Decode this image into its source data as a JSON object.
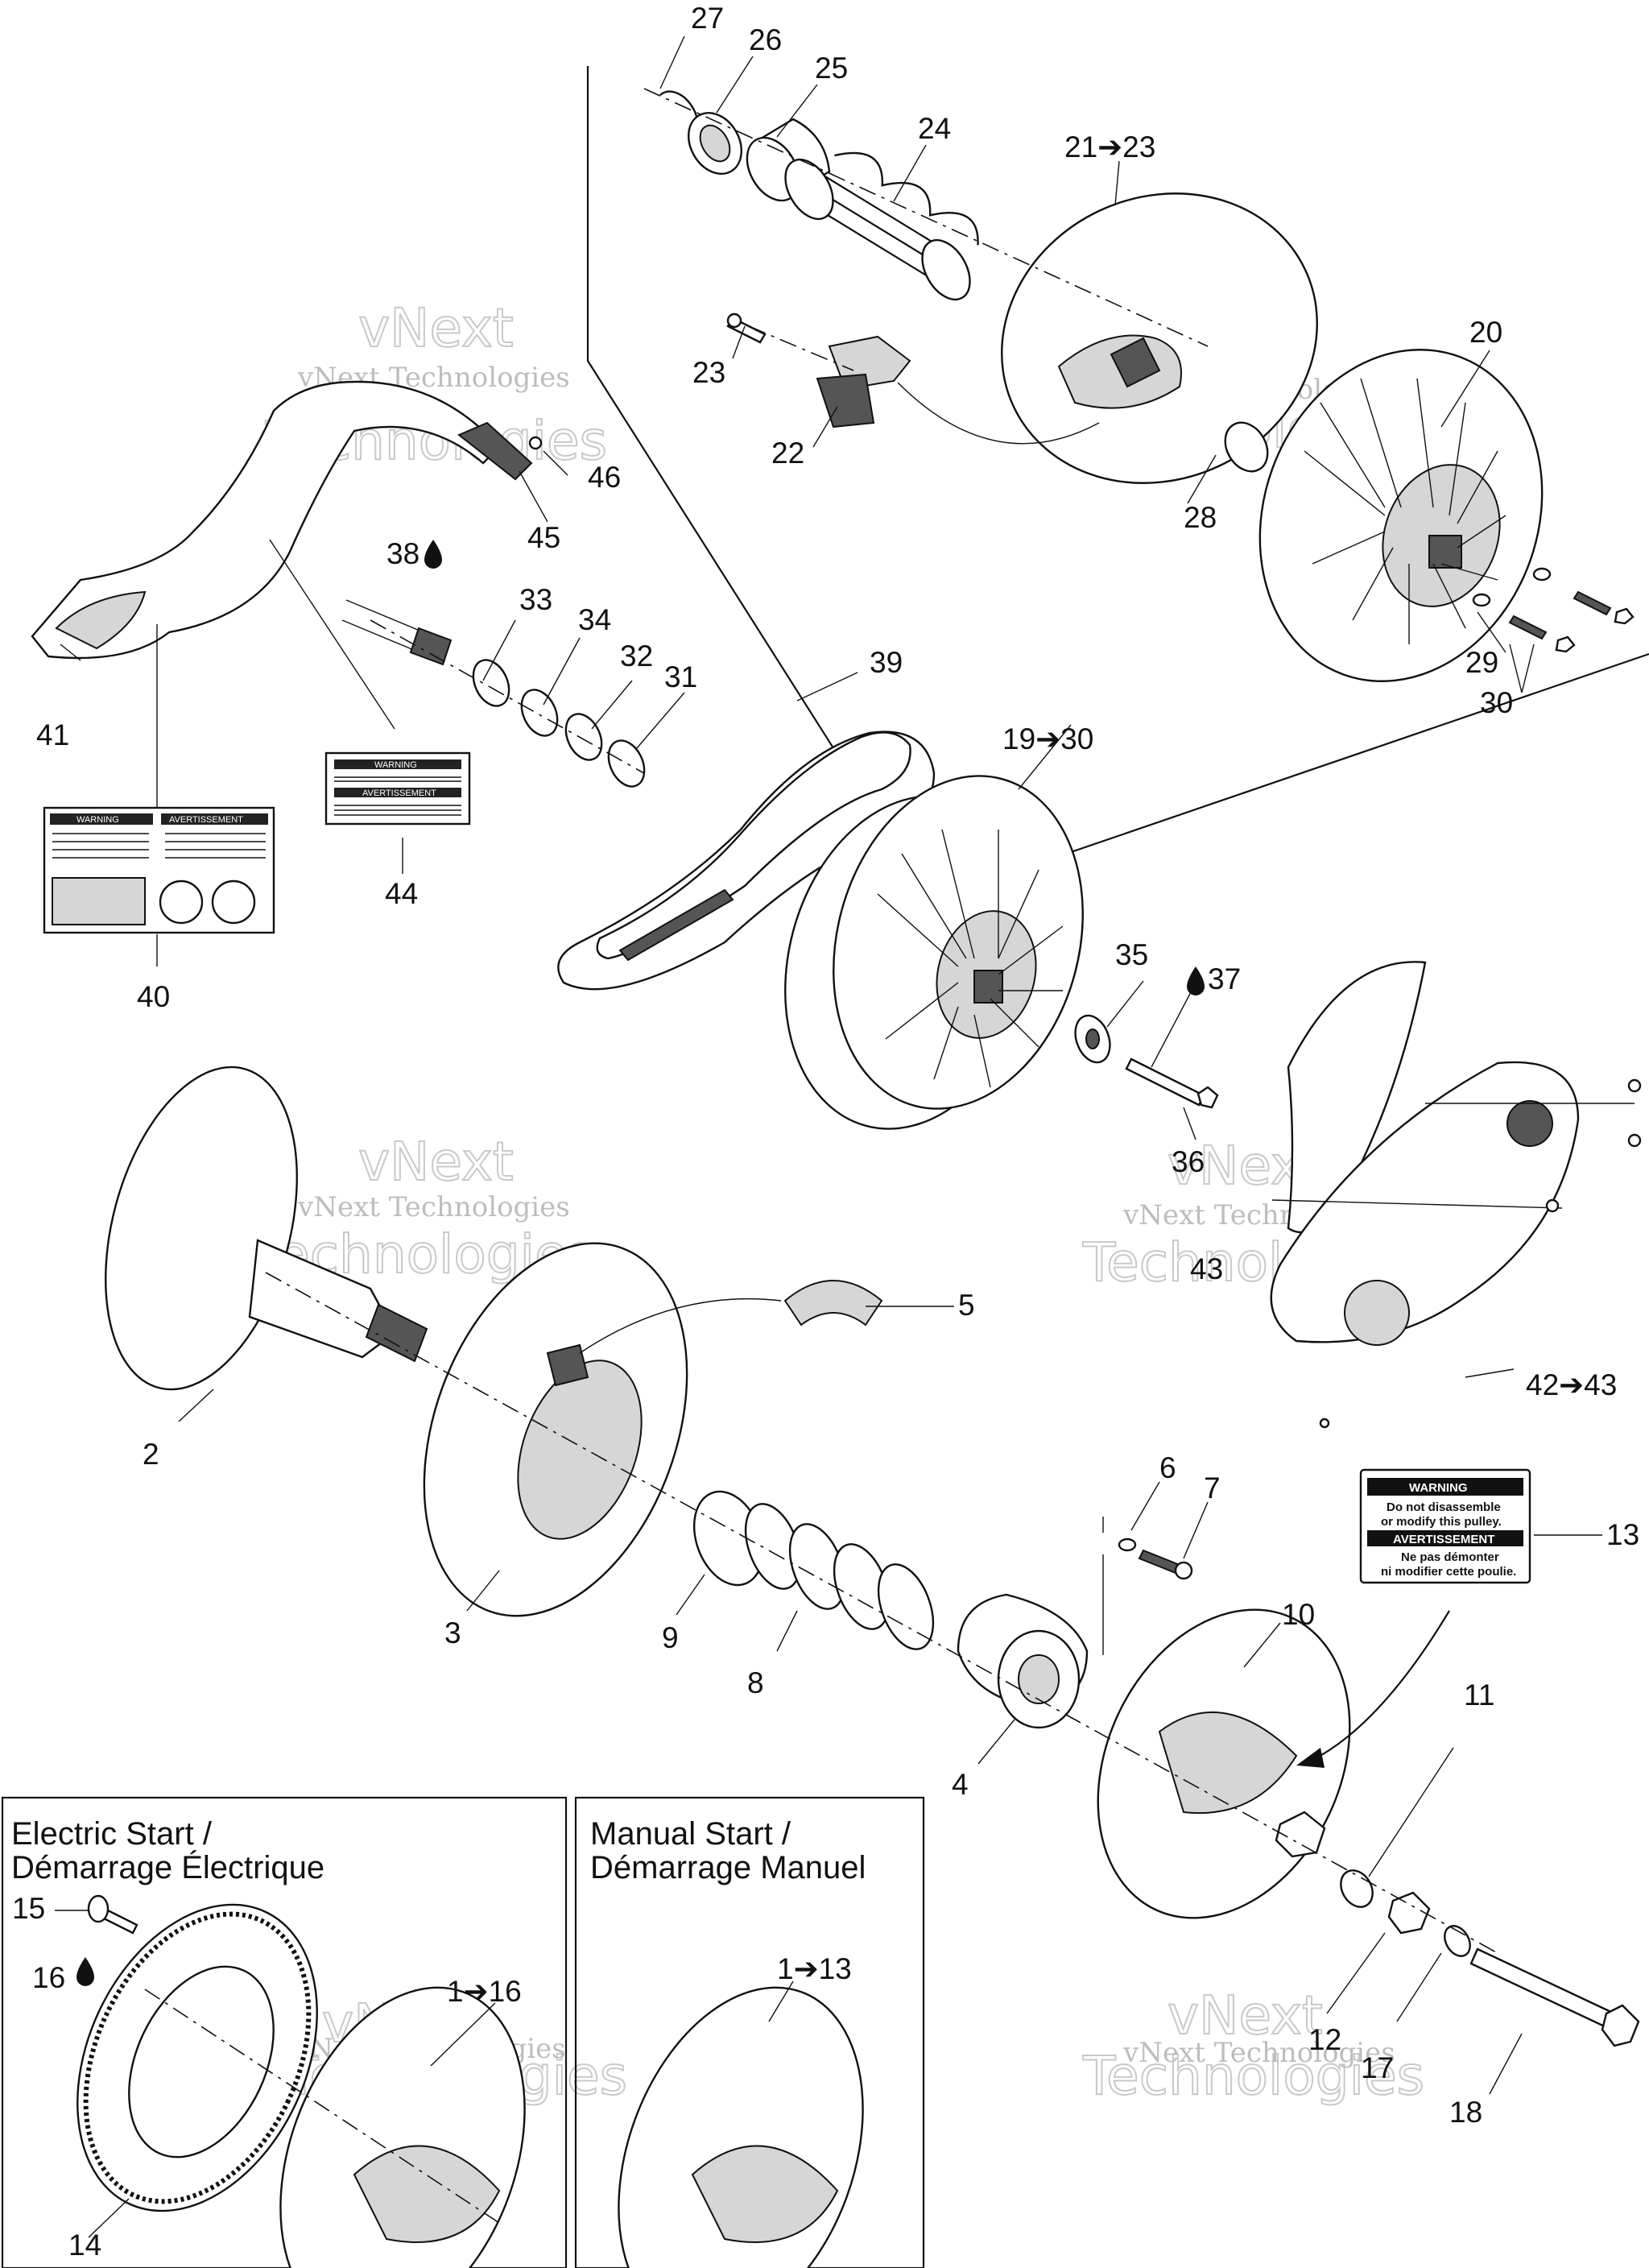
{
  "boxes": {
    "electric_title_1": "Electric Start /",
    "electric_title_2": "Démarrage Électrique",
    "manual_title_1": "Manual Start /",
    "manual_title_2": "Démarrage Manuel"
  },
  "callouts": {
    "c27": "27",
    "c26": "26",
    "c25": "25",
    "c24": "24",
    "c21_23": "21➔23",
    "c20": "20",
    "c23": "23",
    "c22": "22",
    "c28": "28",
    "c46": "46",
    "c45": "45",
    "c38": "38",
    "c33": "33",
    "c34": "34",
    "c32": "32",
    "c31": "31",
    "c39": "39",
    "c29": "29",
    "c30": "30",
    "c19_30": "19➔30",
    "c41": "41",
    "c44": "44",
    "c40": "40",
    "c35": "35",
    "c37": "37",
    "c36": "36",
    "c43": "43",
    "c42_43": "42➔43",
    "c2": "2",
    "c5": "5",
    "c6": "6",
    "c7": "7",
    "c13": "13",
    "c3": "3",
    "c9": "9",
    "c8": "8",
    "c10": "10",
    "c11": "11",
    "c4": "4",
    "c15": "15",
    "c16": "16",
    "c1_16": "1➔16",
    "c1_13": "1➔13",
    "c12": "12",
    "c17": "17",
    "c18": "18",
    "c14": "14"
  },
  "decals": {
    "warning_13": {
      "head": "WARNING",
      "line1": "Do not disassemble",
      "line2": "or modify this pulley.",
      "head_fr": "AVERTISSEMENT",
      "line3": "Ne pas démonter",
      "line4": "ni modifier cette poulie."
    },
    "warning_44": {
      "head": "WARNING",
      "head_fr": "AVERTISSEMENT"
    },
    "warning_40": {
      "head": "WARNING",
      "head_fr": "AVERTISSEMENT"
    }
  },
  "watermark": {
    "line1": "vNext Technologies",
    "line2": "vNext",
    "line3": "Technologies"
  },
  "icons": [
    "oil-drop-icon"
  ]
}
